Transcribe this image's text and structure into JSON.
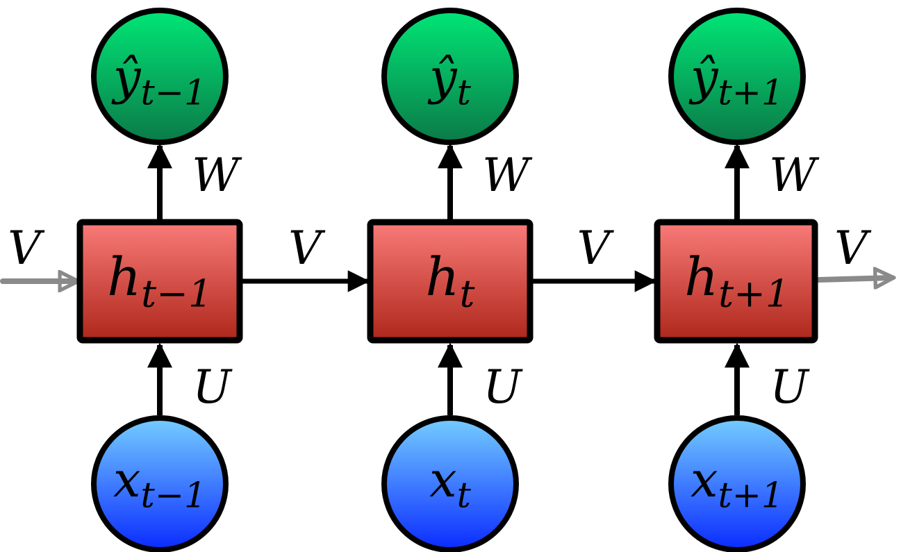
{
  "title": "Unrolled recurrent neural network",
  "weights": {
    "input": "U",
    "recurrent": "V",
    "output": "W"
  },
  "steps": [
    {
      "hidden": {
        "main": "h",
        "sub": "t−1"
      },
      "input": {
        "main": "x",
        "sub": "t−1"
      },
      "output": {
        "main": "ŷ",
        "sub": "t−1"
      }
    },
    {
      "hidden": {
        "main": "h",
        "sub": "t"
      },
      "input": {
        "main": "x",
        "sub": "t"
      },
      "output": {
        "main": "ŷ",
        "sub": "t"
      }
    },
    {
      "hidden": {
        "main": "h",
        "sub": "t+1"
      },
      "input": {
        "main": "x",
        "sub": "t+1"
      },
      "output": {
        "main": "ŷ",
        "sub": "t+1"
      }
    }
  ],
  "colors": {
    "output_top": "#00e676",
    "output_bottom": "#0b7a48",
    "hidden_top": "#f97b78",
    "hidden_bottom": "#ae271b",
    "input_top": "#75cdff",
    "input_bottom": "#0a2bff",
    "faded": "#8a8a8a"
  }
}
